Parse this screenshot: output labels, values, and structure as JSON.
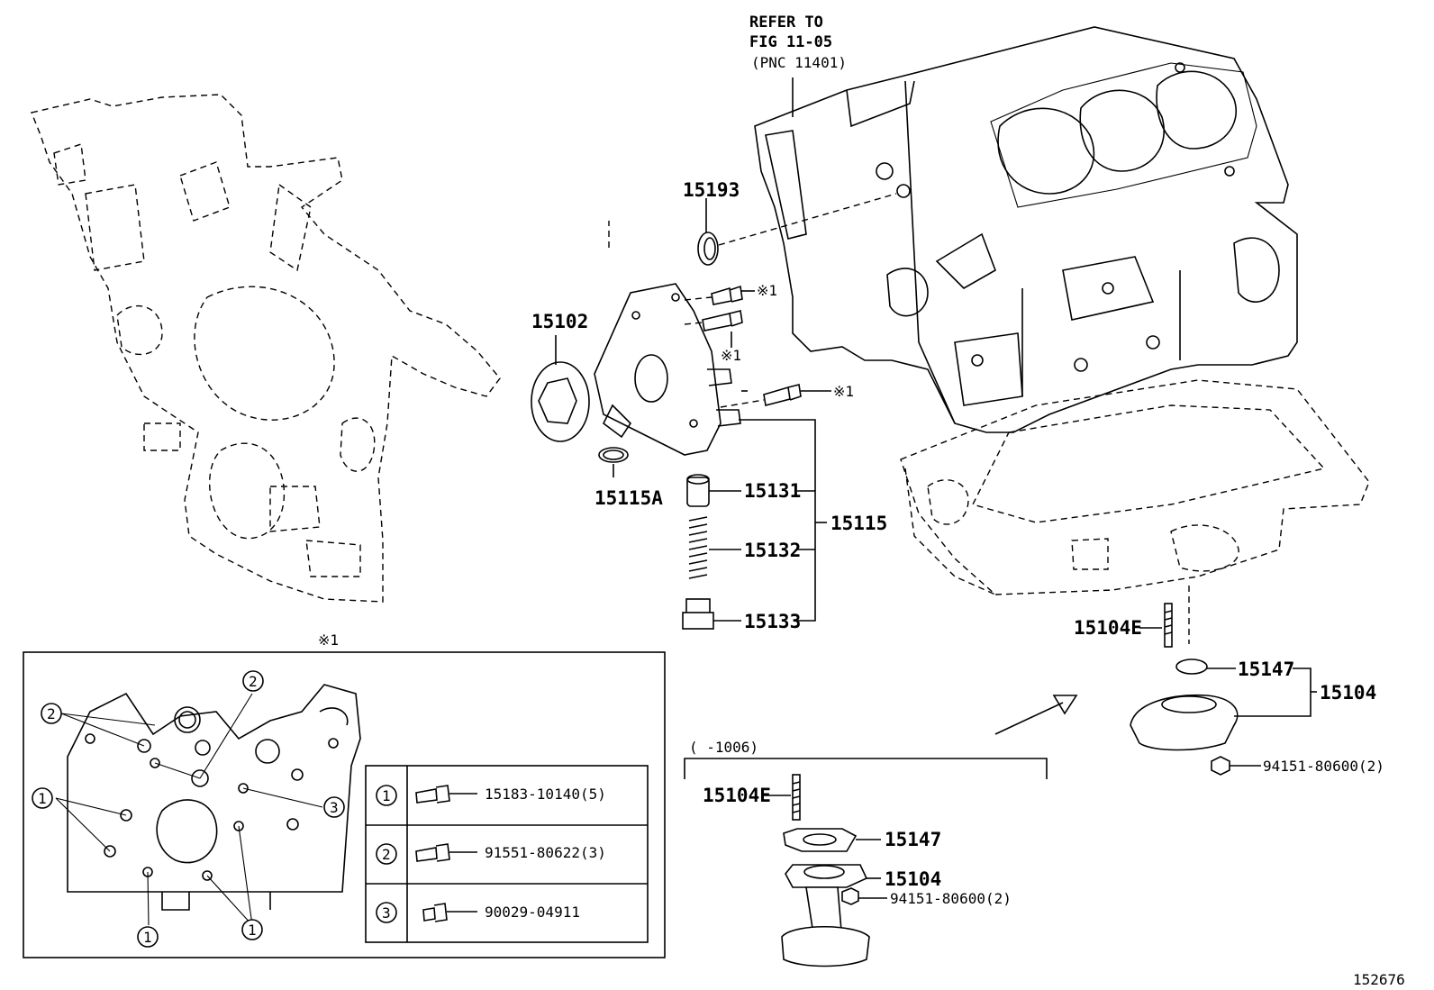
{
  "refer": {
    "line1": "REFER TO",
    "line2": "FIG 11-05",
    "line3": "(PNC 11401)"
  },
  "callouts": {
    "p15193": "15193",
    "p15102": "15102",
    "p15115A": "15115A",
    "p15131": "15131",
    "p15132": "15132",
    "p15133": "15133",
    "p15115": "15115",
    "p15104E_main": "15104E",
    "p15147_main": "15147",
    "p15104_main": "15104",
    "p94151_main": "94151-80600(2)",
    "mark_a": "※1",
    "mark_b": "※1",
    "mark_c": "※1",
    "mark_title": "※1"
  },
  "variant_box": {
    "header": "(      -1006)",
    "p15104E": "15104E",
    "p15147": "15147",
    "p15104": "15104",
    "p94151": "94151-80600(2)"
  },
  "bolt_table": {
    "rows": [
      {
        "num": "1",
        "part": "15183-10140(5)"
      },
      {
        "num": "2",
        "part": "91551-80622(3)"
      },
      {
        "num": "3",
        "part": "90029-04911"
      }
    ]
  },
  "detail_markers": {
    "m1": "2",
    "m2": "2",
    "m3": "1",
    "m4": "3",
    "m5": "1",
    "m6": "1"
  },
  "figure_number": "152676"
}
